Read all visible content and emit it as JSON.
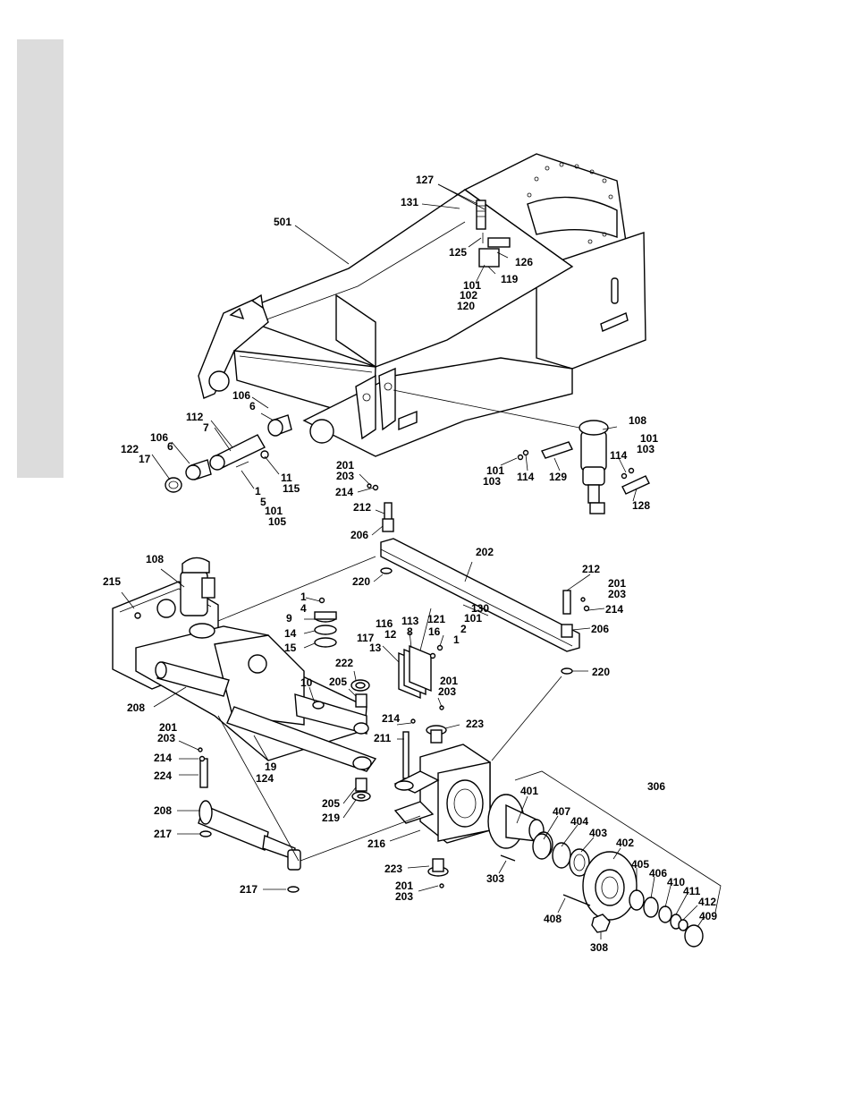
{
  "labels": [
    "127",
    "131",
    "501",
    "125",
    "126",
    "119",
    "101",
    "102",
    "120",
    "106",
    "6",
    "112",
    "7",
    "106",
    "6",
    "122",
    "17",
    "11",
    "115",
    "1",
    "5",
    "101",
    "105",
    "108",
    "101",
    "103",
    "114",
    "101",
    "103",
    "114",
    "129",
    "128",
    "201",
    "203",
    "214",
    "212",
    "206",
    "202",
    "220",
    "108",
    "215",
    "1",
    "4",
    "9",
    "14",
    "15",
    "116",
    "113",
    "121",
    "12",
    "8",
    "16",
    "117",
    "13",
    "130",
    "101",
    "2",
    "1",
    "212",
    "201",
    "203",
    "214",
    "206",
    "220",
    "222",
    "205",
    "10",
    "201",
    "203",
    "214",
    "223",
    "211",
    "208",
    "201",
    "203",
    "214",
    "224",
    "19",
    "124",
    "205",
    "219",
    "208",
    "217",
    "216",
    "223",
    "201",
    "203",
    "217",
    "401",
    "306",
    "407",
    "404",
    "403",
    "402",
    "303",
    "405",
    "406",
    "410",
    "411",
    "412",
    "409",
    "408",
    "308"
  ]
}
